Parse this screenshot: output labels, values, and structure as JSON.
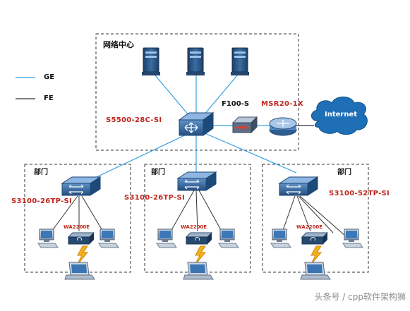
{
  "legend": {
    "ge_label": "GE",
    "fe_label": "FE",
    "ge_color": "#3aa0e0",
    "fe_color": "#333333"
  },
  "core": {
    "title": "网络中心",
    "core_switch": "S5500-28C-SI",
    "firewall": "F100-S",
    "router": "MSR20-1X",
    "cloud": "Internet"
  },
  "departments": [
    {
      "title": "部门",
      "switch": "S3100-26TP-SI",
      "wap": "WA2200E"
    },
    {
      "title": "部门",
      "switch": "S3100-26TP-SI",
      "wap": "WA2200E"
    },
    {
      "title": "部门",
      "switch": "S3100-52TP-SI",
      "wap": "WA2200E"
    }
  ],
  "watermark": "头条号 / cpp软件架构狮",
  "colors": {
    "device_blue": "#2a5d8f",
    "label_red": "#c0261c",
    "cloud_blue": "#1e6fb5"
  }
}
